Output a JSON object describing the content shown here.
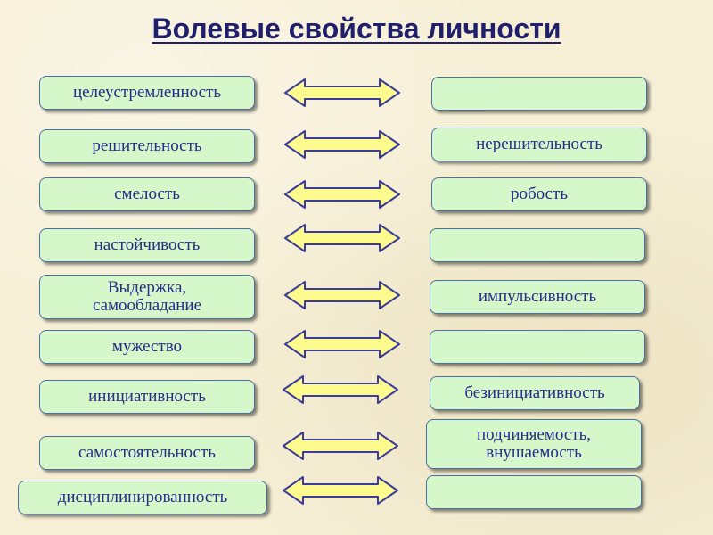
{
  "title": "Волевые свойства личности",
  "colors": {
    "box_fill": "#d6f7c9",
    "box_border": "#4b6fa0",
    "text": "#2a2a8a",
    "title": "#1f1f6b",
    "arrow_fill": "#fdfb8e",
    "arrow_stroke": "#3b3b9b"
  },
  "arrow_icon": "double-headed-arrow-icon",
  "pairs": [
    {
      "left": "целеустремленность",
      "right": ""
    },
    {
      "left": "решительность",
      "right": "нерешительность"
    },
    {
      "left": "смелость",
      "right": "робость"
    },
    {
      "left": "настойчивость",
      "right": ""
    },
    {
      "left": "Выдержка,\nсамообладание",
      "right": "импульсивность"
    },
    {
      "left": "мужество",
      "right": ""
    },
    {
      "left": "инициативность",
      "right": "безинициативность"
    },
    {
      "left": "самостоятельность",
      "right": "подчиняемость,\nвнушаемость"
    },
    {
      "left": "дисциплинированность",
      "right": ""
    }
  ]
}
